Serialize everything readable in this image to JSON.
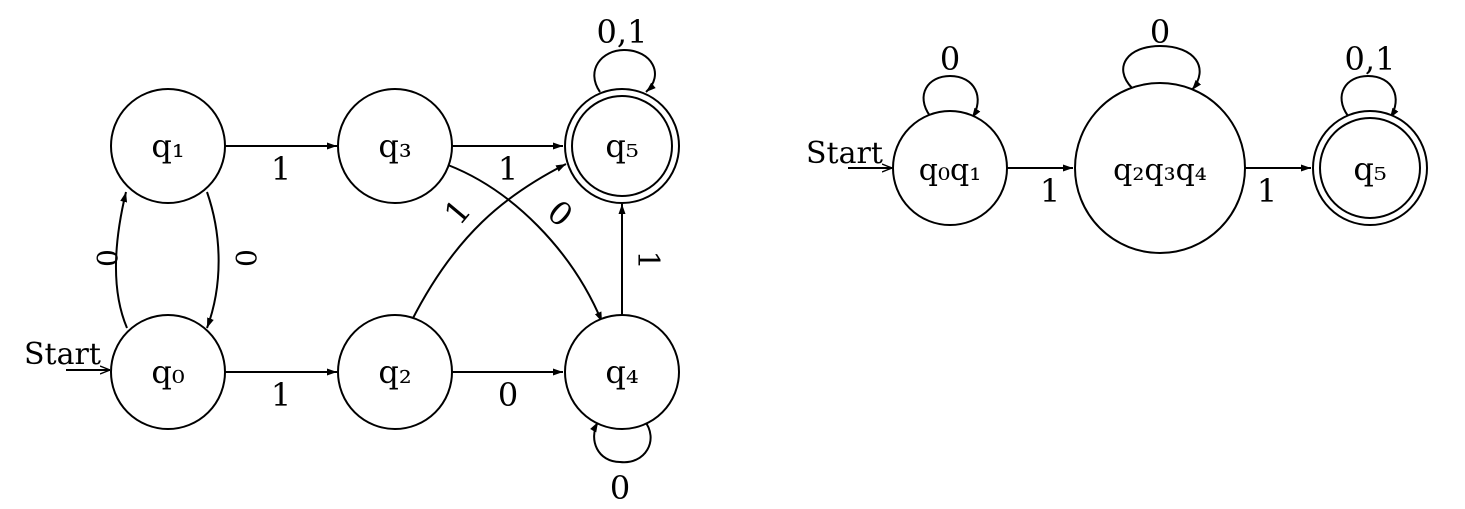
{
  "left_dfa": {
    "start_label": "Start",
    "states": {
      "q0": "q₀",
      "q1": "q₁",
      "q2": "q₂",
      "q3": "q₃",
      "q4": "q₄",
      "q5": "q₅"
    },
    "accepting": [
      "q5"
    ],
    "edges": {
      "q0_q1": "0",
      "q1_q0": "0",
      "q1_q3": "1",
      "q0_q2": "1",
      "q3_q5": "1",
      "q2_q5": "1",
      "q3_q4": "0",
      "q2_q4": "0",
      "q4_q5": "1",
      "q4_loop": "0",
      "q5_loop": "0,1"
    }
  },
  "right_dfa": {
    "start_label": "Start",
    "states": {
      "q01": "q₀q₁",
      "q234": "q₂q₃q₄",
      "q5": "q₅"
    },
    "accepting": [
      "q5"
    ],
    "edges": {
      "q01_q234": "1",
      "q234_q5": "1",
      "q01_loop": "0",
      "q234_loop": "0",
      "q5_loop": "0,1"
    }
  }
}
